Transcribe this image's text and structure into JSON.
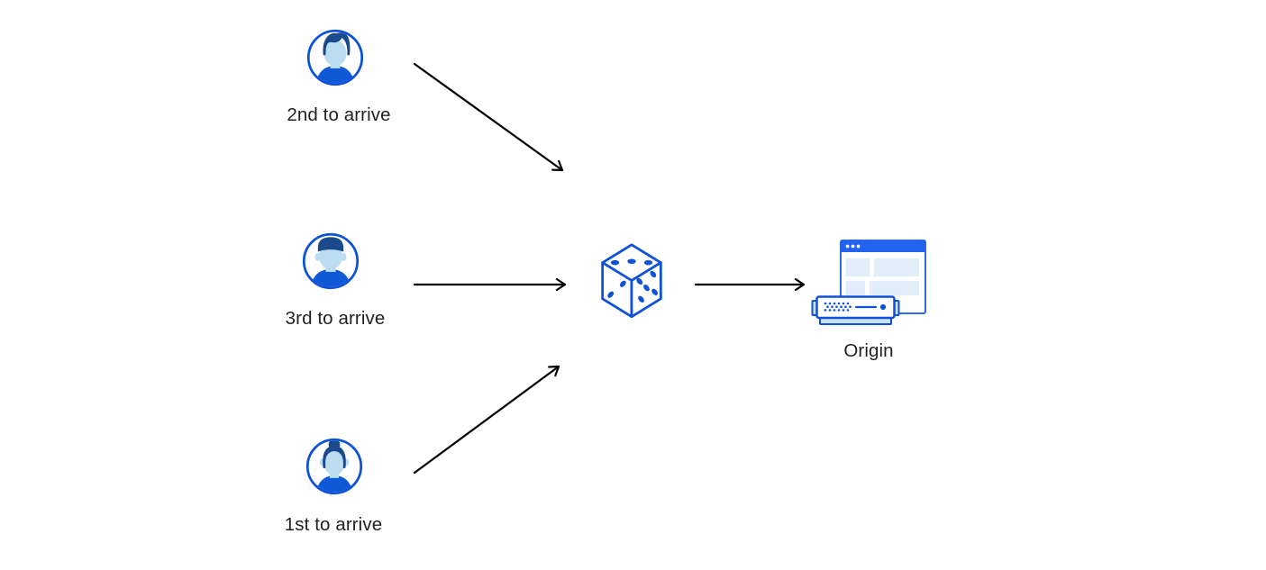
{
  "diagram": {
    "clients": [
      {
        "label": "2nd to arrive",
        "avatar_icon": "user-avatar-man-side-part-icon"
      },
      {
        "label": "3rd to arrive",
        "avatar_icon": "user-avatar-man-flat-top-icon"
      },
      {
        "label": "1st to arrive",
        "avatar_icon": "user-avatar-woman-bun-icon"
      }
    ],
    "selector": {
      "icon": "dice-icon",
      "pips": {
        "top_face": 3,
        "left_face": 2,
        "right_face": 5
      }
    },
    "origin": {
      "label": "Origin",
      "icon": "origin-server-icon"
    },
    "arrow_count": 4
  },
  "colors": {
    "canvas_bg": "#ffffff",
    "accent": "#0f52d9",
    "titlebar_blue": "#2363ef",
    "window_border": "#2f6ae4",
    "light_fill": "#e1edf8",
    "cap_fill": "#cce0f5",
    "face": "#bcdcf2",
    "hair": "#1b4a8c",
    "shirt": "#1059d6",
    "arrow": "#000000",
    "text": "#1f2023"
  }
}
